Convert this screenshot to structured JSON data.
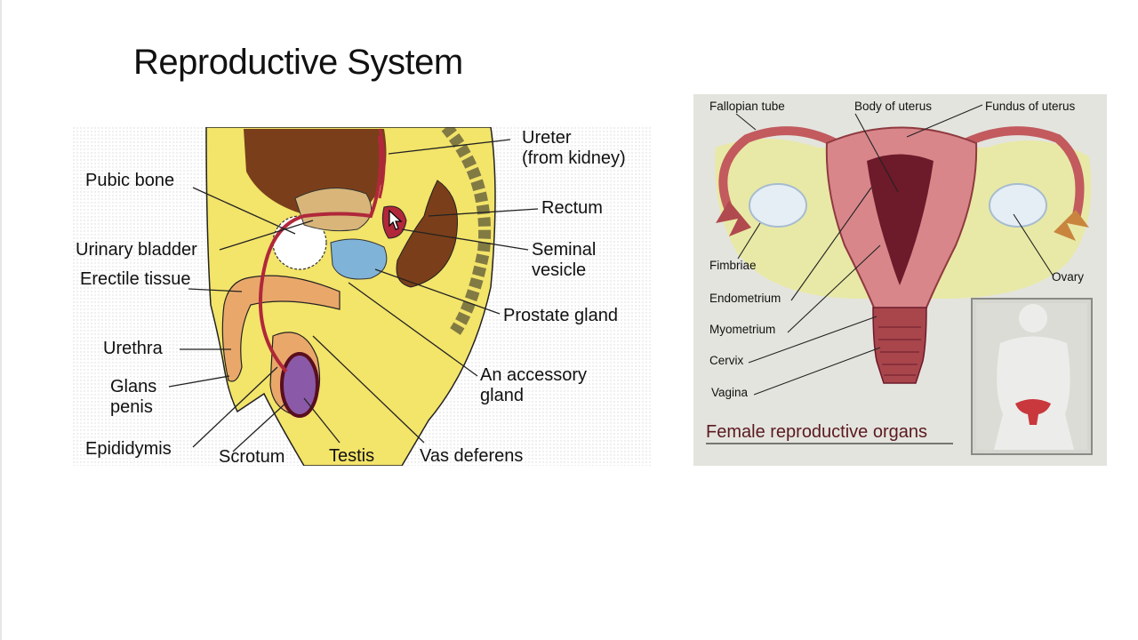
{
  "slide": {
    "title": "Reproductive System"
  },
  "male_diagram": {
    "labels": {
      "ureter_1": "Ureter",
      "ureter_2": "(from kidney)",
      "pubic_bone": "Pubic bone",
      "rectum": "Rectum",
      "urinary_bladder": "Urinary bladder",
      "seminal_1": "Seminal",
      "seminal_2": "vesicle",
      "erectile_tissue": "Erectile tissue",
      "prostate_gland": "Prostate gland",
      "urethra": "Urethra",
      "accessory_1": "An accessory",
      "accessory_2": "gland",
      "glans_1": "Glans",
      "glans_2": "penis",
      "epididymis": "Epididymis",
      "scrotum": "Scrotum",
      "testis": "Testis",
      "vas_deferens": "Vas deferens"
    }
  },
  "female_diagram": {
    "caption": "Female reproductive organs",
    "labels": {
      "fallopian_tube": "Fallopian tube",
      "body_of_uterus": "Body of uterus",
      "fundus_of_uterus": "Fundus of uterus",
      "fimbriae": "Fimbriae",
      "ovary": "Ovary",
      "endometrium": "Endometrium",
      "myometrium": "Myometrium",
      "cervix": "Cervix",
      "vagina": "Vagina"
    }
  },
  "colors": {
    "male_skin": "#f3e46a",
    "organ_red": "#b0283a",
    "female_bg": "#e4e4de",
    "uterus": "#d8868a"
  }
}
